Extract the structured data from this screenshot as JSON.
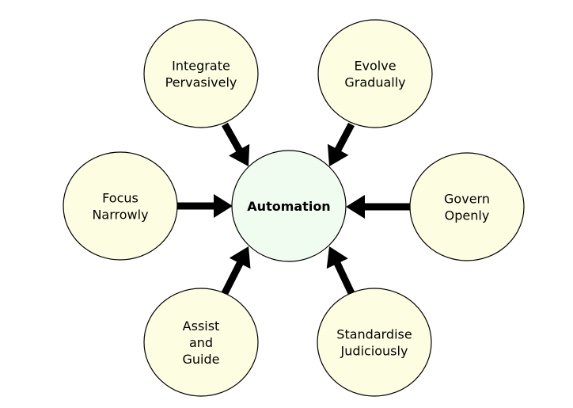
{
  "center": {
    "label": "Automation",
    "fill": "#effcef"
  },
  "outer_fill": "#fdfde2",
  "arrow_color": "#000000",
  "nodes": [
    {
      "id": "integrate-pervasively",
      "lines": [
        "Integrate",
        "Pervasively"
      ]
    },
    {
      "id": "evolve-gradually",
      "lines": [
        "Evolve",
        "Gradually"
      ]
    },
    {
      "id": "focus-narrowly",
      "lines": [
        "Focus",
        "Narrowly"
      ]
    },
    {
      "id": "govern-openly",
      "lines": [
        "Govern",
        "Openly"
      ]
    },
    {
      "id": "assist-and-guide",
      "lines": [
        "Assist",
        "and",
        "Guide"
      ]
    },
    {
      "id": "standardise-judiciously",
      "lines": [
        "Standardise",
        "Judiciously"
      ]
    }
  ]
}
